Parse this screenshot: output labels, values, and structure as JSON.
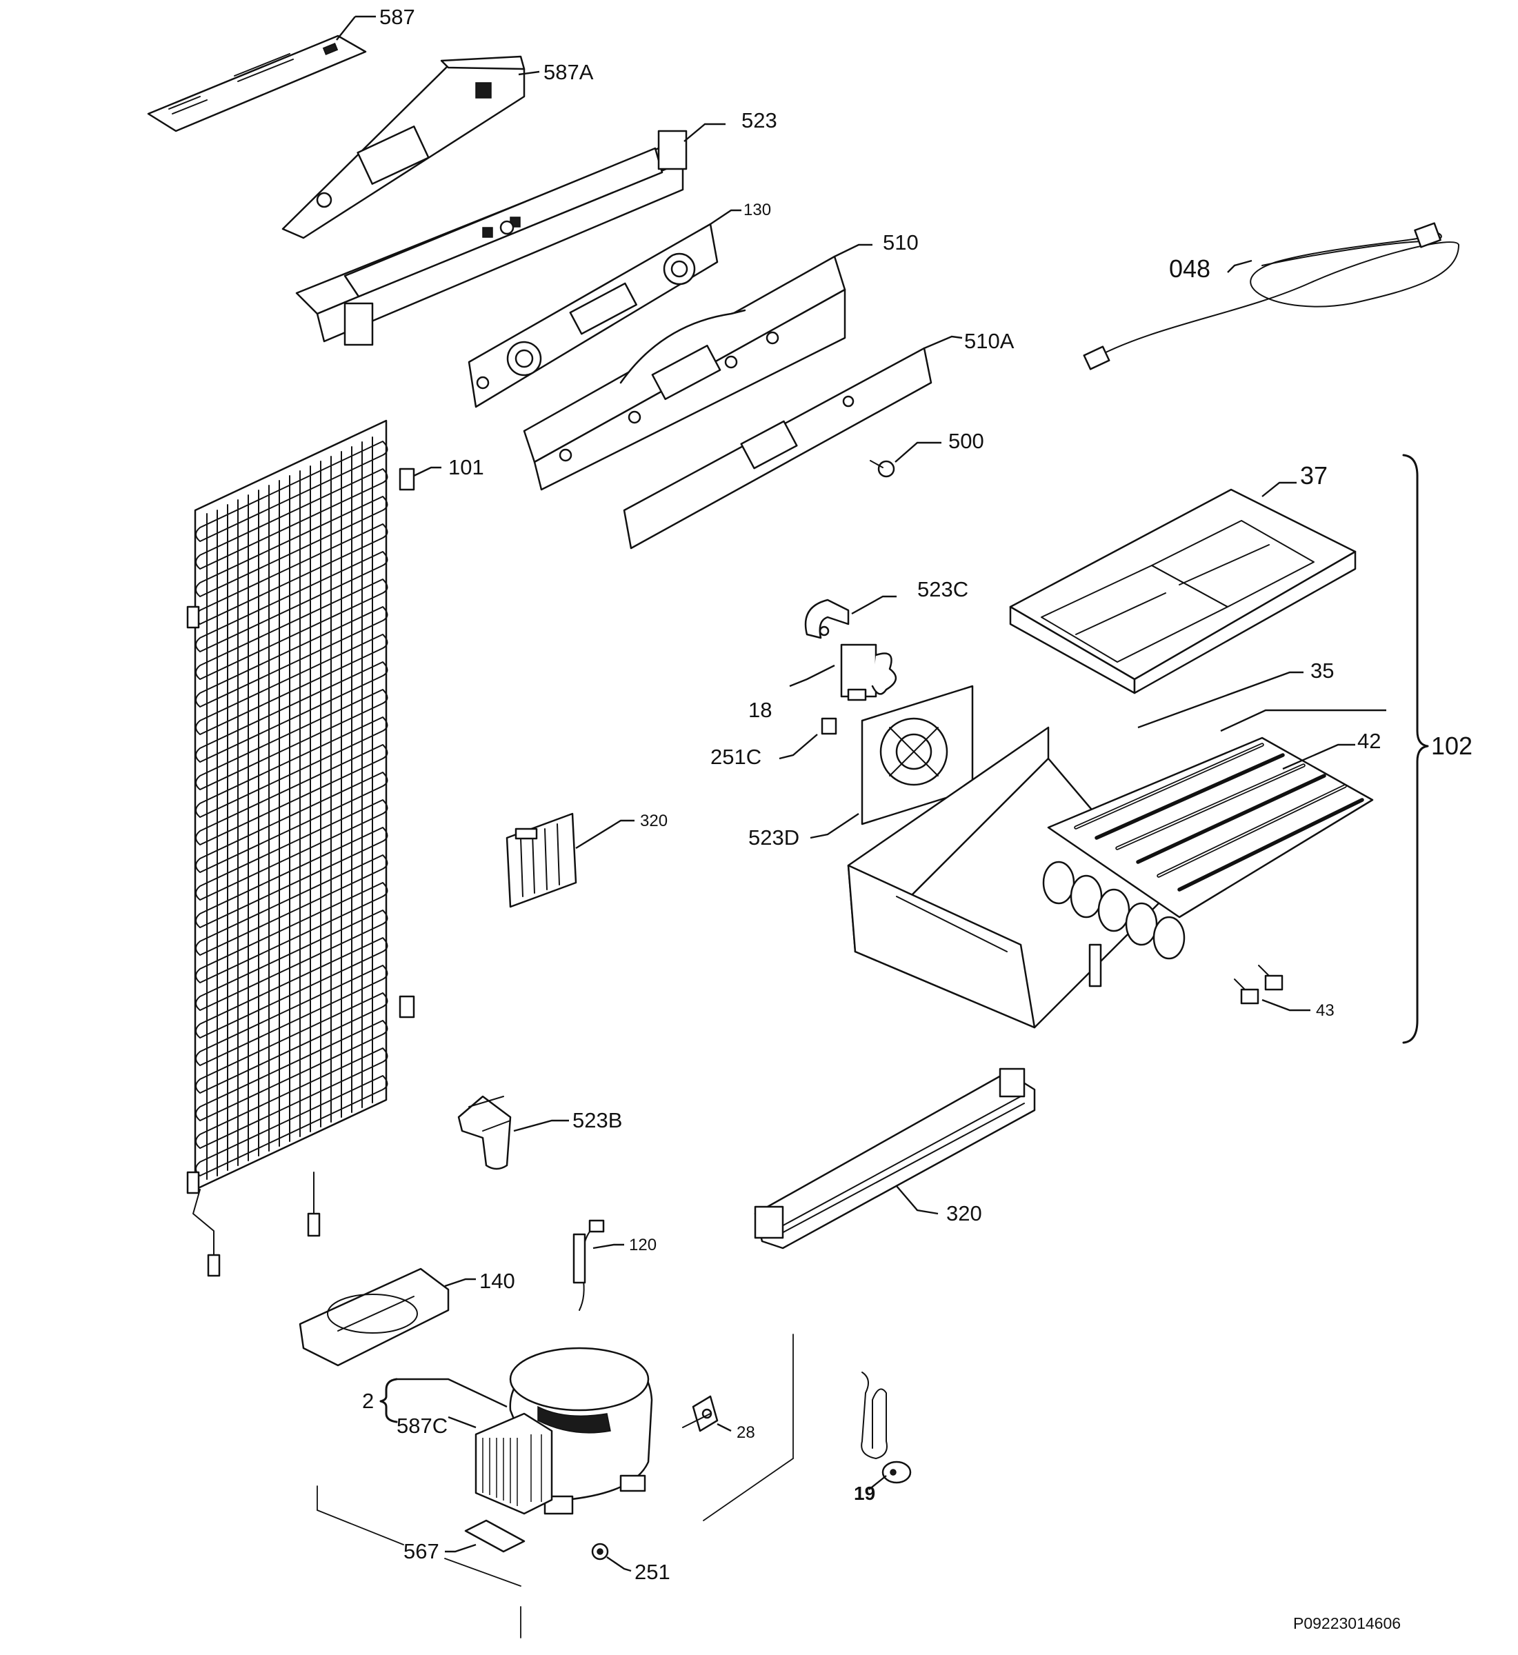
{
  "callouts": {
    "c587": "587",
    "c587a": "587A",
    "c523": "523",
    "c130": "130",
    "c510": "510",
    "c510a": "510A",
    "c048": "048",
    "c101": "101",
    "c500": "500",
    "c37": "37",
    "c102": "102",
    "c523c": "523C",
    "c18": "18",
    "c35": "35",
    "c42": "42",
    "c251c": "251C",
    "c523d": "523D",
    "c320a": "320",
    "c43": "43",
    "c523b": "523B",
    "c320b": "320",
    "c120": "120",
    "c140": "140",
    "c2": "2",
    "c587c": "587C",
    "c28": "28",
    "c19": "19",
    "c567": "567",
    "c251": "251"
  },
  "reference_code": "P09223014606"
}
